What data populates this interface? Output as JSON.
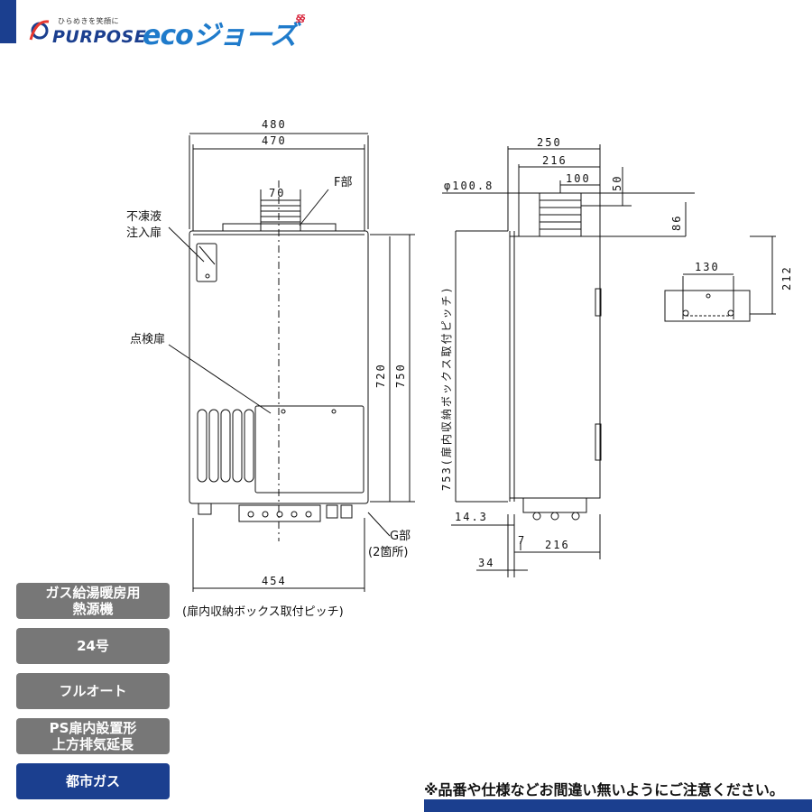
{
  "brand": {
    "tagline": "ひらめきを笑顔に",
    "purpose": "PURPOSE",
    "eco": "ecoジョーズ"
  },
  "drawing": {
    "dims": {
      "w480": "480",
      "w470": "470",
      "w70": "70",
      "w454": "454",
      "h720": "720",
      "h750": "750",
      "d250": "250",
      "d216": "216",
      "d100": "100",
      "d50": "50",
      "d86": "86",
      "phi": "φ100.8",
      "d130": "130",
      "d212": "212",
      "d14_3": "14.3",
      "d7": "7",
      "d216b": "216",
      "d34": "34",
      "h753": "753(扉内収納ボックス取付ピッチ)"
    },
    "labels": {
      "fubu": "F部",
      "futoueki1": "不凍液",
      "futoueki2": "注入扉",
      "tenken": "点検扉",
      "gbu": "G部",
      "gbu_count": "(2箇所)",
      "pitch": "(扉内収納ボックス取付ピッチ)"
    }
  },
  "badges": [
    {
      "text": "ガス給湯暖房用\n熱源機"
    },
    {
      "text": "24号"
    },
    {
      "text": "フルオート"
    },
    {
      "text": "PS扉内設置形\n上方排気延長"
    },
    {
      "text": "都市ガス"
    }
  ],
  "note": "※品番や仕様などお間違い無いようにご注意ください。"
}
